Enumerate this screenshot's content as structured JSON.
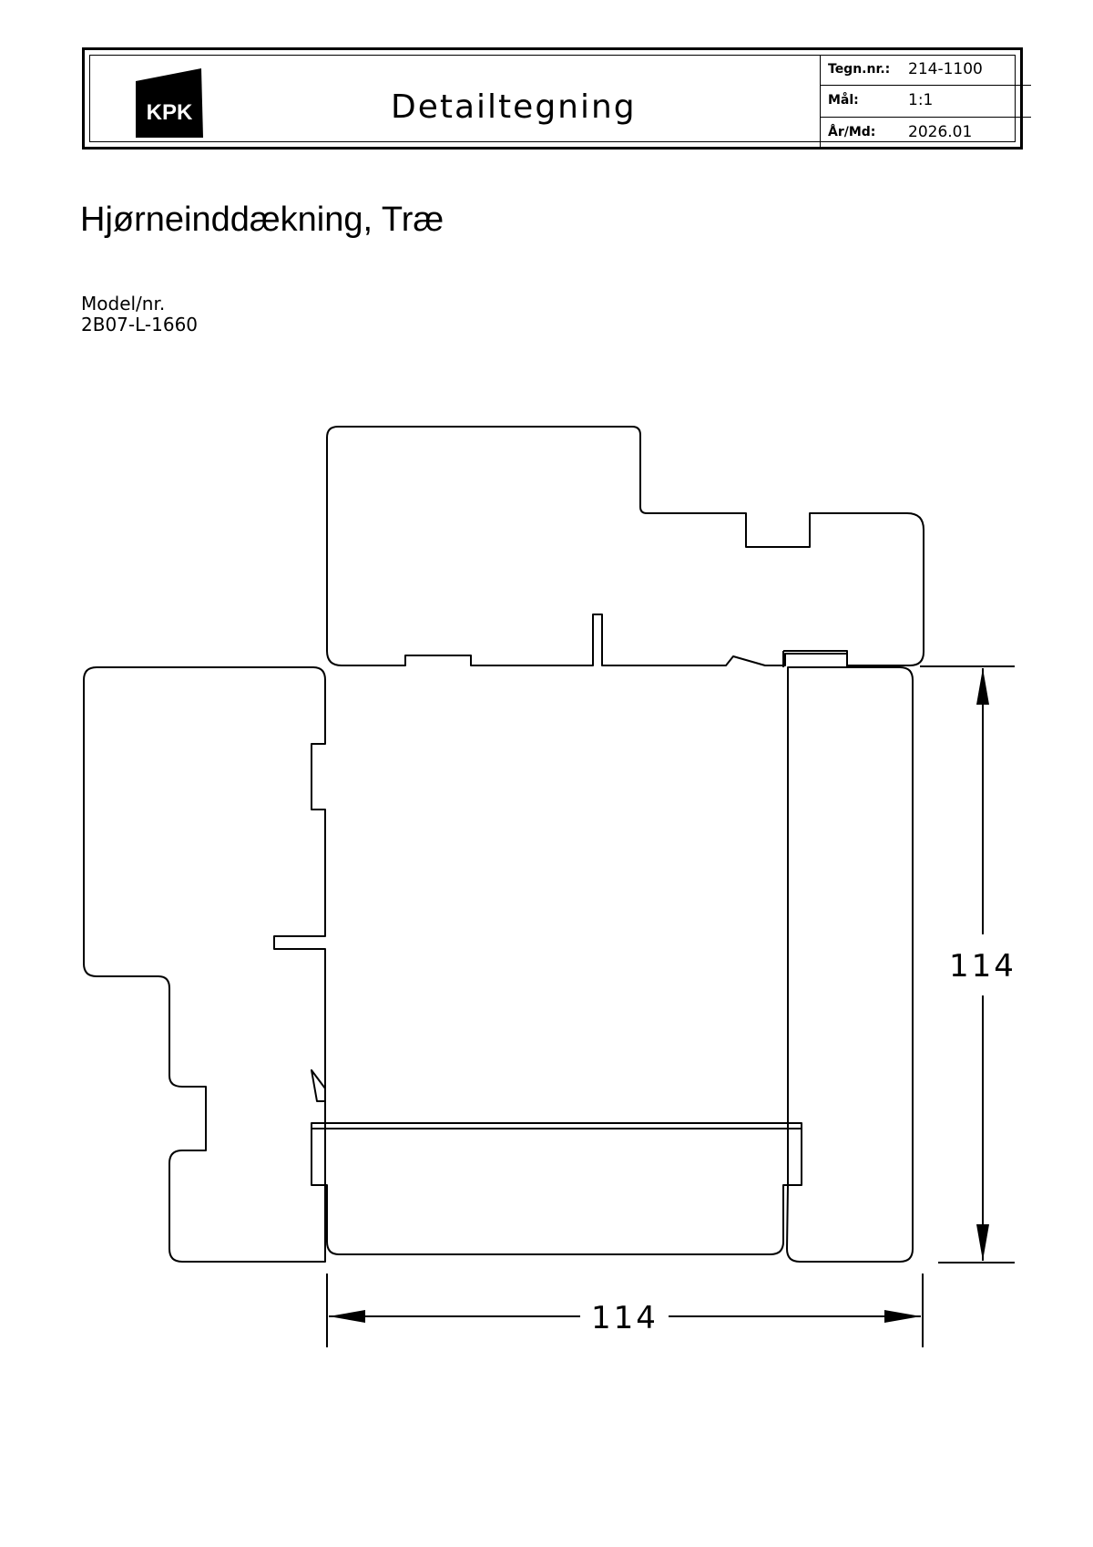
{
  "title_block": {
    "logo_text": "KPK",
    "doc_type": "Detailtegning",
    "rows": [
      {
        "label": "Tegn.nr.:",
        "value": "214-1100"
      },
      {
        "label": "Mål:",
        "value": "1:1"
      },
      {
        "label": "År/Md:",
        "value": "2026.01"
      }
    ]
  },
  "heading": "Hjørneinddækning, Træ",
  "model": {
    "label": "Model/nr.",
    "number": "2B07-L-1660"
  },
  "dimensions": {
    "height": "114",
    "width": "114"
  }
}
